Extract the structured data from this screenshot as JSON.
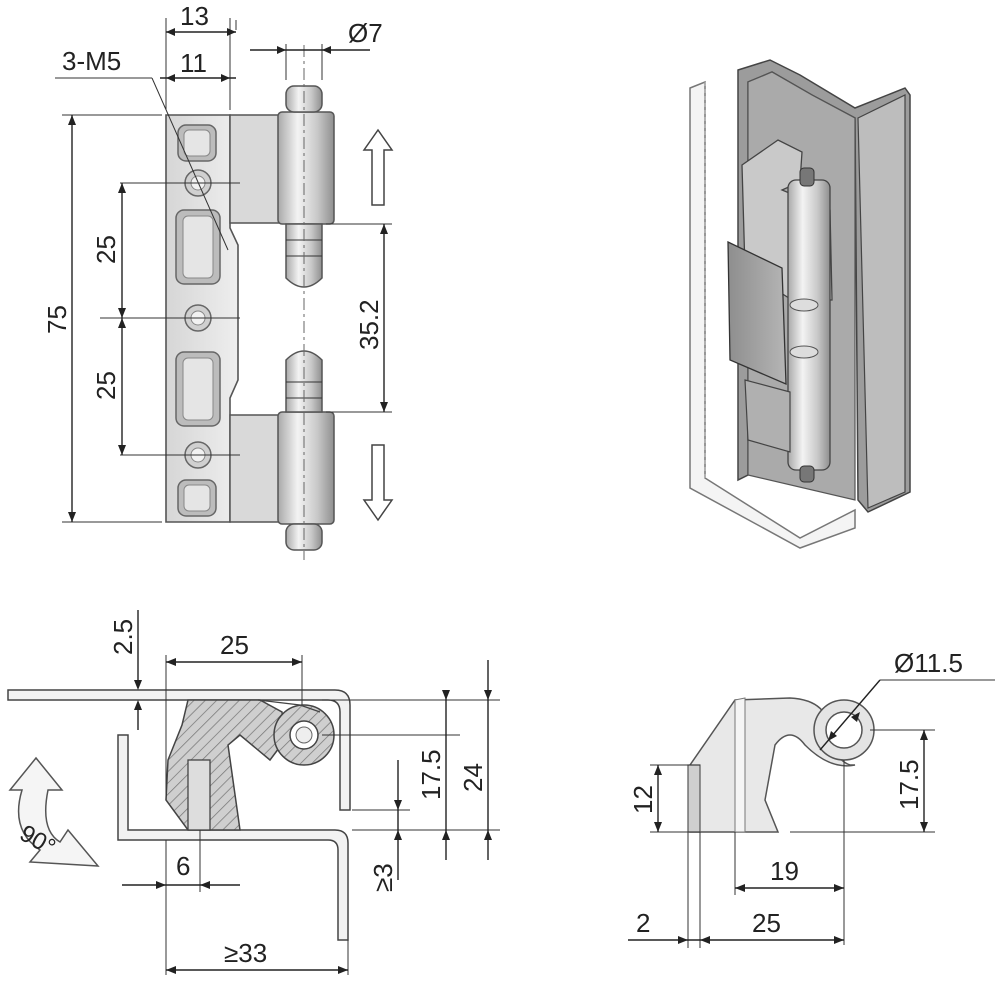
{
  "front_view": {
    "dim_width_outer": "13",
    "dim_width_inner": "11",
    "dim_holes": "3-M5",
    "dim_pin_dia": "Ø7",
    "dim_total_height": "75",
    "dim_pitch_upper": "25",
    "dim_pitch_lower": "25",
    "dim_pin_gap": "35.2"
  },
  "section_view": {
    "dim_thickness": "2.5",
    "dim_width": "25",
    "dim_height_a": "17.5",
    "dim_height_b": "24",
    "dim_min_gap": "≥3",
    "dim_offset": "6",
    "dim_min_depth": "≥33",
    "rotation_label": "90°"
  },
  "side_view": {
    "dim_knuckle_dia": "Ø11.5",
    "dim_height_a": "12",
    "dim_height_b": "17.5",
    "dim_width_inner": "19",
    "dim_width_outer": "25",
    "dim_offset": "2"
  },
  "colors": {
    "metal_light": "#e6e6e6",
    "metal_mid": "#bdbdbd",
    "metal_dark": "#8a8a8a",
    "line": "#222222"
  }
}
